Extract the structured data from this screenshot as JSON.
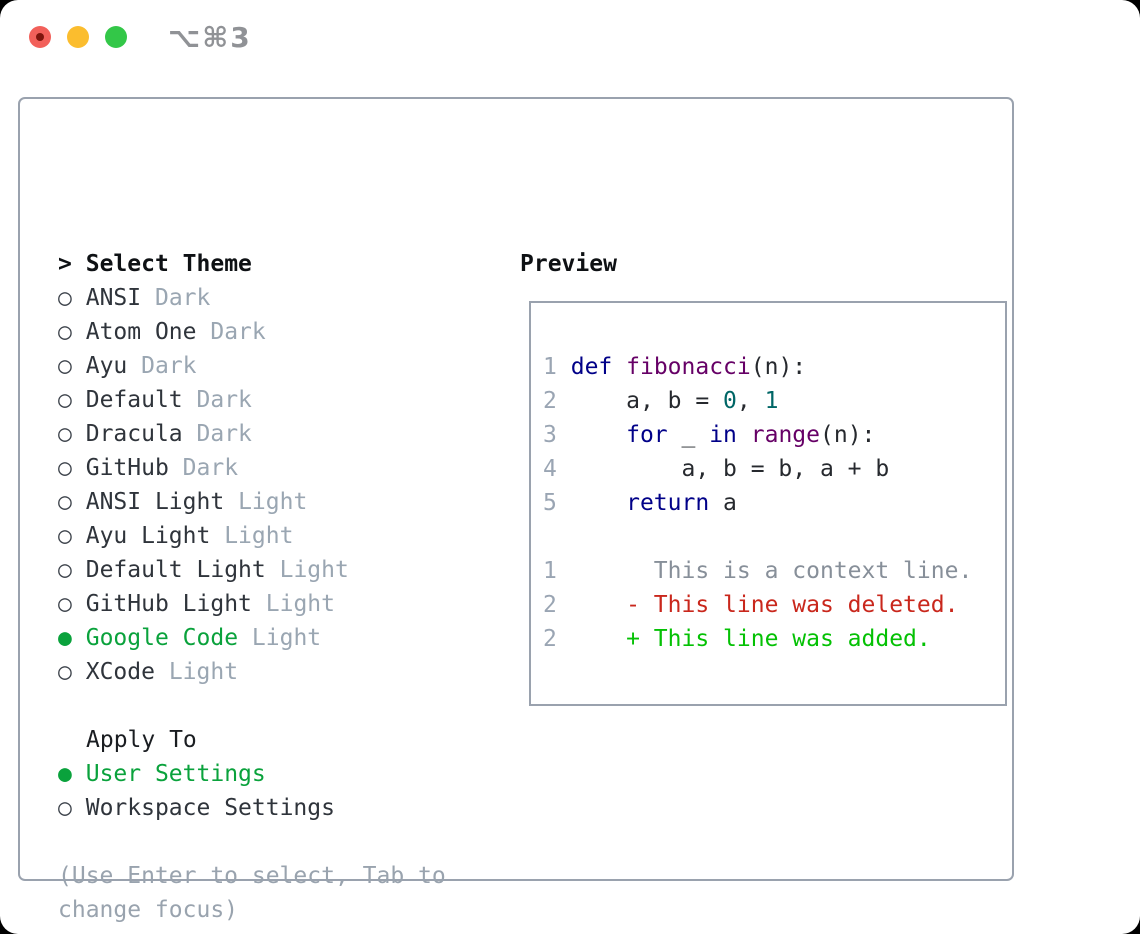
{
  "window": {
    "title": "⌥⌘3"
  },
  "icons": {
    "radio_unselected": "○",
    "radio_selected": "●"
  },
  "theme_panel": {
    "header_prefix": ">",
    "header": "Select Theme",
    "themes": [
      {
        "name": "ANSI",
        "tag": "Dark",
        "selected": false
      },
      {
        "name": "Atom One",
        "tag": "Dark",
        "selected": false
      },
      {
        "name": "Ayu",
        "tag": "Dark",
        "selected": false
      },
      {
        "name": "Default",
        "tag": "Dark",
        "selected": false
      },
      {
        "name": "Dracula",
        "tag": "Dark",
        "selected": false
      },
      {
        "name": "GitHub",
        "tag": "Dark",
        "selected": false
      },
      {
        "name": "ANSI Light",
        "tag": "Light",
        "selected": false
      },
      {
        "name": "Ayu Light",
        "tag": "Light",
        "selected": false
      },
      {
        "name": "Default Light",
        "tag": "Light",
        "selected": false
      },
      {
        "name": "GitHub Light",
        "tag": "Light",
        "selected": false
      },
      {
        "name": "Google Code",
        "tag": "Light",
        "selected": true
      },
      {
        "name": "XCode",
        "tag": "Light",
        "selected": false
      }
    ],
    "apply_header": "Apply To",
    "apply_options": [
      {
        "label": "User Settings",
        "selected": true
      },
      {
        "label": "Workspace Settings",
        "selected": false
      }
    ],
    "hint_lines": [
      "(Use Enter to select, Tab to",
      "change focus)"
    ]
  },
  "preview": {
    "header": "Preview",
    "code_lines": [
      {
        "num": "1",
        "tokens": [
          {
            "t": "def",
            "c": "kw"
          },
          {
            "t": " ",
            "c": "pln"
          },
          {
            "t": "fibonacci",
            "c": "typ"
          },
          {
            "t": "(n):",
            "c": "pln"
          }
        ]
      },
      {
        "num": "2",
        "tokens": [
          {
            "t": "    a, b = ",
            "c": "pln"
          },
          {
            "t": "0",
            "c": "lit"
          },
          {
            "t": ", ",
            "c": "pln"
          },
          {
            "t": "1",
            "c": "lit"
          }
        ]
      },
      {
        "num": "3",
        "tokens": [
          {
            "t": "    ",
            "c": "pln"
          },
          {
            "t": "for",
            "c": "kw"
          },
          {
            "t": " _ ",
            "c": "pln"
          },
          {
            "t": "in",
            "c": "kw"
          },
          {
            "t": " ",
            "c": "pln"
          },
          {
            "t": "range",
            "c": "typ"
          },
          {
            "t": "(n):",
            "c": "pln"
          }
        ]
      },
      {
        "num": "4",
        "tokens": [
          {
            "t": "        a, b = b, a + b",
            "c": "pln"
          }
        ]
      },
      {
        "num": "5",
        "tokens": [
          {
            "t": "    ",
            "c": "pln"
          },
          {
            "t": "return",
            "c": "kw"
          },
          {
            "t": " a",
            "c": "pln"
          }
        ]
      }
    ],
    "diff_lines": [
      {
        "num": "1",
        "marker": " ",
        "text": "This is a context line.",
        "kind": "context"
      },
      {
        "num": "2",
        "marker": "-",
        "text": "This line was deleted.",
        "kind": "deleted"
      },
      {
        "num": "2",
        "marker": "+",
        "text": "This line was added.",
        "kind": "added"
      }
    ]
  },
  "colors": {
    "accent_green": "#0aa23c",
    "diff_deleted": "#c9271c",
    "diff_added": "#04c104",
    "diff_context": "#878f99",
    "syntax_keyword": "#000088",
    "syntax_type": "#660066",
    "syntax_literal": "#006666",
    "line_number": "#9aa5b3",
    "panel_border": "#9aa2ae",
    "muted_label": "#9aa6b2",
    "traffic_red": "#f2605a",
    "traffic_yellow": "#fbbd2e",
    "traffic_green": "#33c748"
  }
}
